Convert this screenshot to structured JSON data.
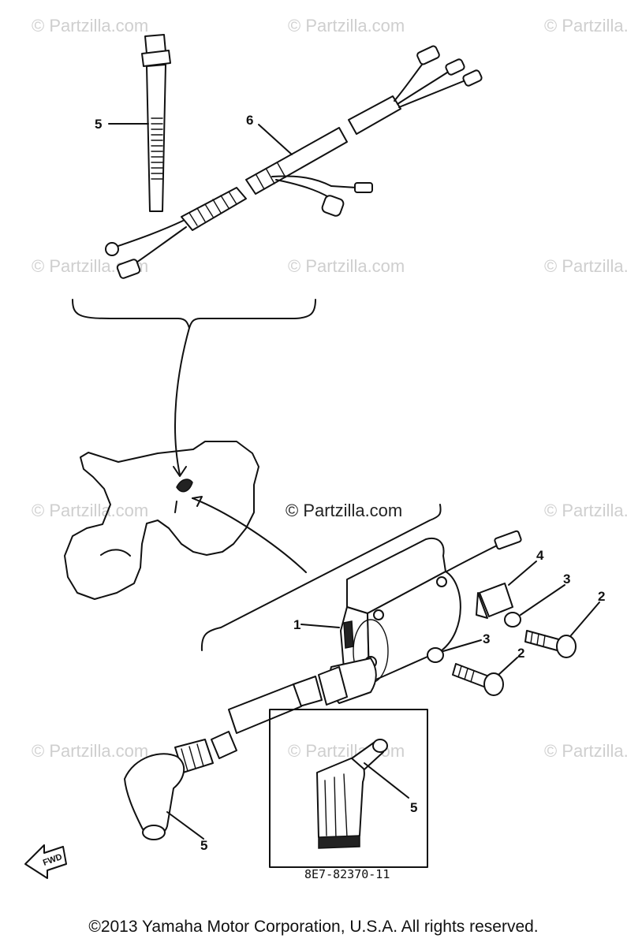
{
  "watermark": {
    "text": "© Partzilla.com",
    "center_text": "© Partzilla.com"
  },
  "callouts": [
    "1",
    "2",
    "2",
    "3",
    "3",
    "4",
    "5",
    "5",
    "6",
    "7"
  ],
  "inset": {
    "part_number": "8E7-82370-11"
  },
  "fwd_label": "FWD",
  "footer": {
    "copyright": "©2013 Yamaha Motor Corporation, U.S.A. All rights reserved."
  }
}
